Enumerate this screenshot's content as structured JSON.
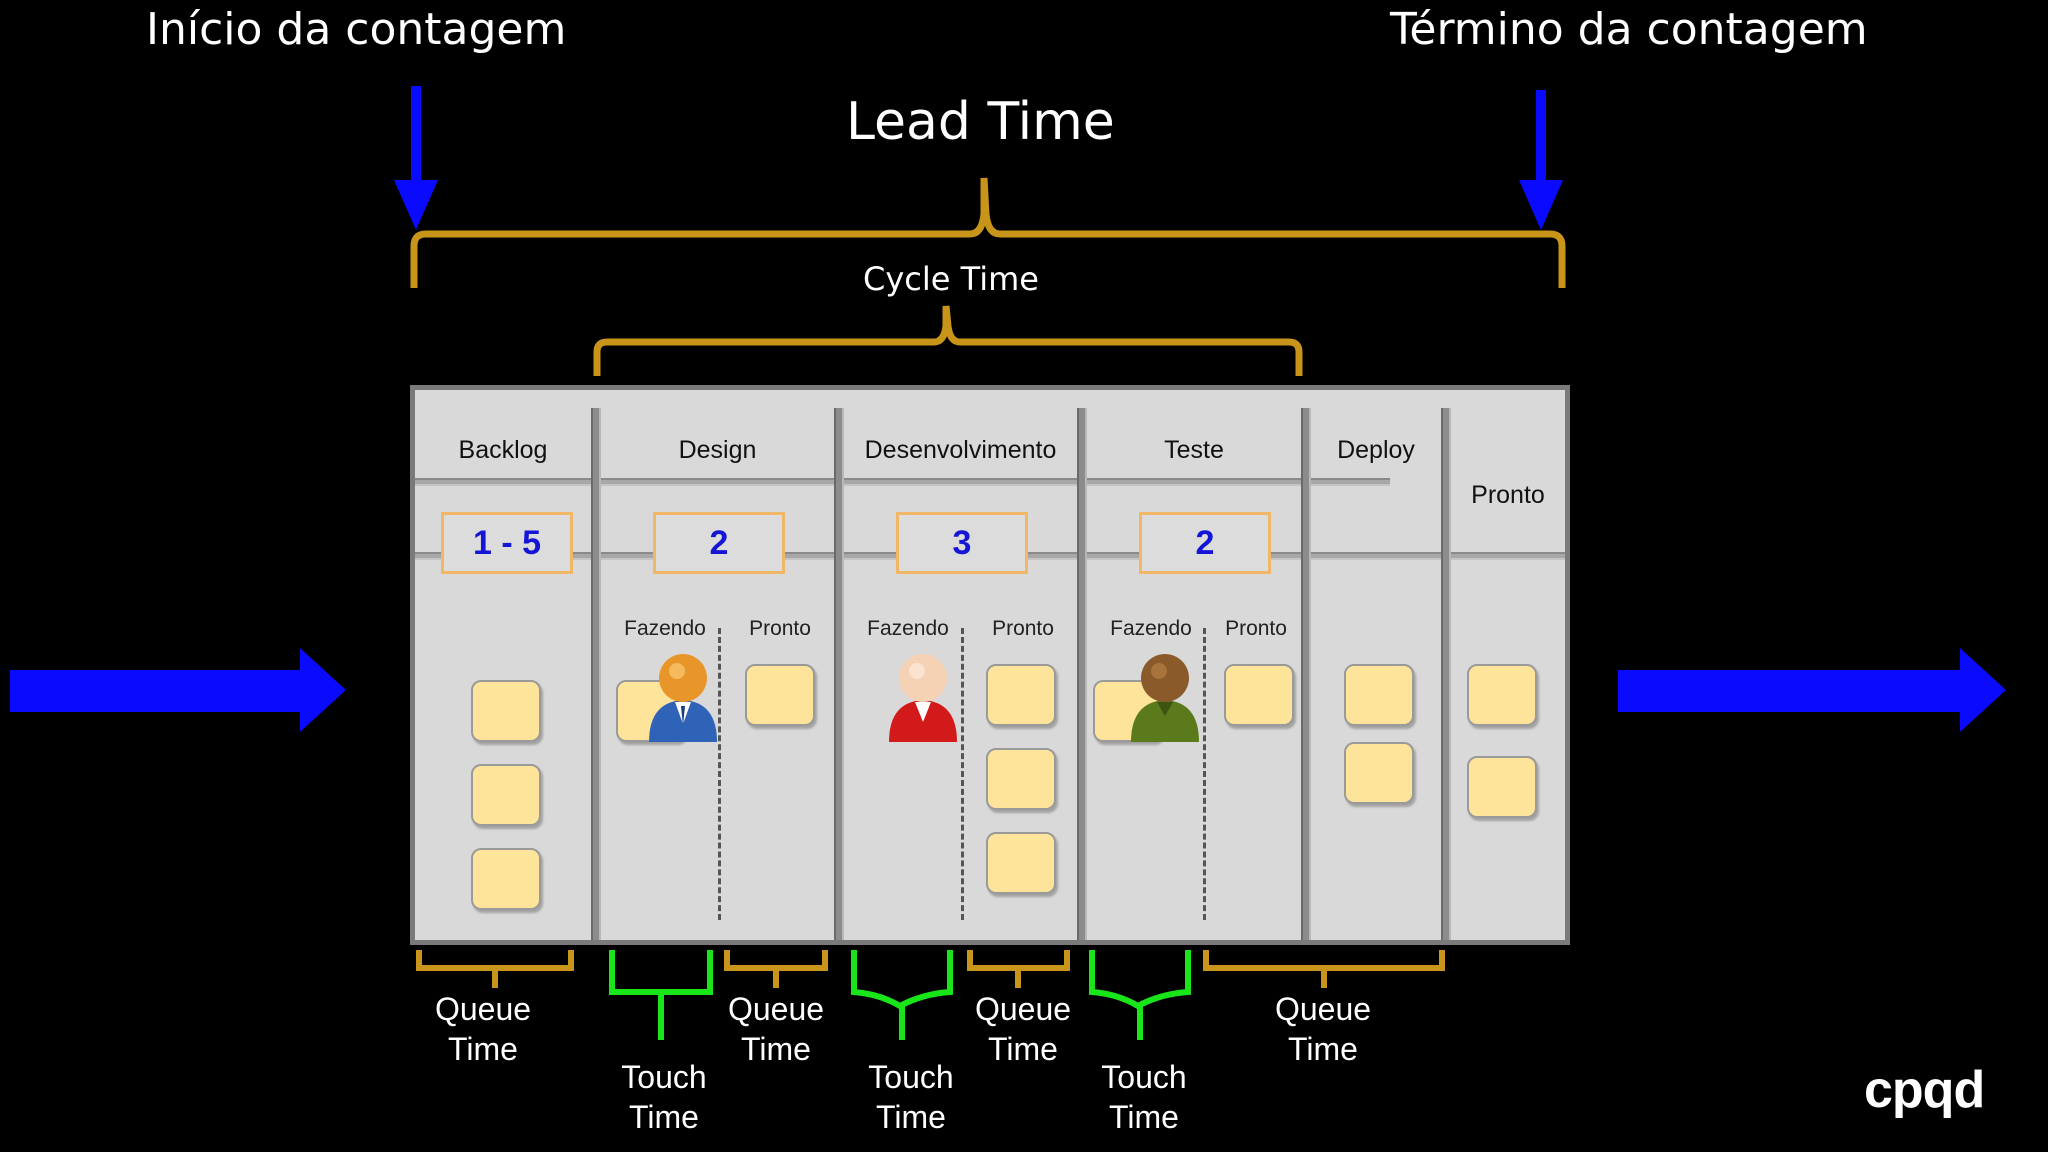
{
  "top": {
    "start_label": "Início da contagem",
    "end_label": "Término da contagem",
    "lead_time": "Lead Time",
    "cycle_time": "Cycle Time"
  },
  "board": {
    "columns": [
      {
        "title": "Backlog",
        "wip": "1 - 5"
      },
      {
        "title": "Design",
        "wip": "2",
        "sub": [
          "Fazendo",
          "Pronto"
        ]
      },
      {
        "title": "Desenvolvimento",
        "wip": "3",
        "sub": [
          "Fazendo",
          "Pronto"
        ]
      },
      {
        "title": "Teste",
        "wip": "2",
        "sub": [
          "Fazendo",
          "Pronto"
        ]
      },
      {
        "title": "Deploy"
      },
      {
        "title": "Pronto"
      }
    ]
  },
  "bottom": {
    "queue": [
      "Queue",
      "Time"
    ],
    "touch": [
      "Touch",
      "Time"
    ]
  },
  "logo": {
    "text": "cpqd"
  },
  "colors": {
    "arrow": "#0a0aff",
    "brace_gold": "#c8941a",
    "brace_green": "#19e619",
    "wip_text": "#1515d6",
    "card": "#fde49a"
  },
  "icons": [
    "arrow-down-icon",
    "arrow-right-icon",
    "person-icon"
  ]
}
